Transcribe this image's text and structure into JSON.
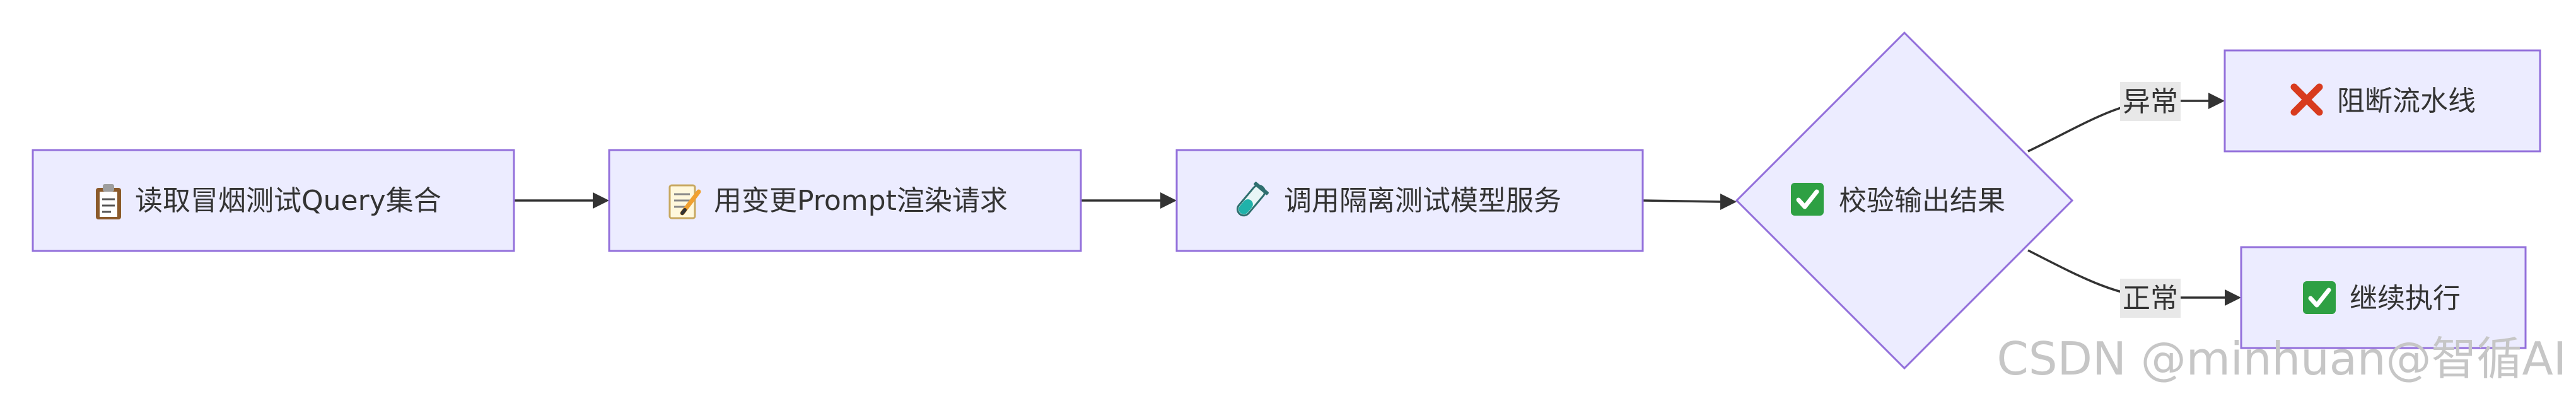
{
  "nodes": {
    "read_queries": {
      "label": "读取冒烟测试Query集合",
      "icon": "clipboard-icon"
    },
    "render_prompt": {
      "label": "用变更Prompt渲染请求",
      "icon": "memo-icon"
    },
    "call_model": {
      "label": "调用隔离测试模型服务",
      "icon": "test-tube-icon"
    },
    "validate": {
      "label": "校验输出结果",
      "icon": "check-mark-button-icon"
    },
    "block": {
      "label": "阻断流水线",
      "icon": "cross-mark-icon"
    },
    "continue": {
      "label": "继续执行",
      "icon": "check-mark-button-icon"
    }
  },
  "edges": {
    "abnormal": "异常",
    "normal": "正常"
  },
  "watermark": "CSDN @minhuan@智循AI",
  "colors": {
    "node_fill": "#ececff",
    "node_stroke": "#9370db",
    "edge": "#333333",
    "check_green": "#2ea043",
    "cross_red": "#d83b1e"
  }
}
